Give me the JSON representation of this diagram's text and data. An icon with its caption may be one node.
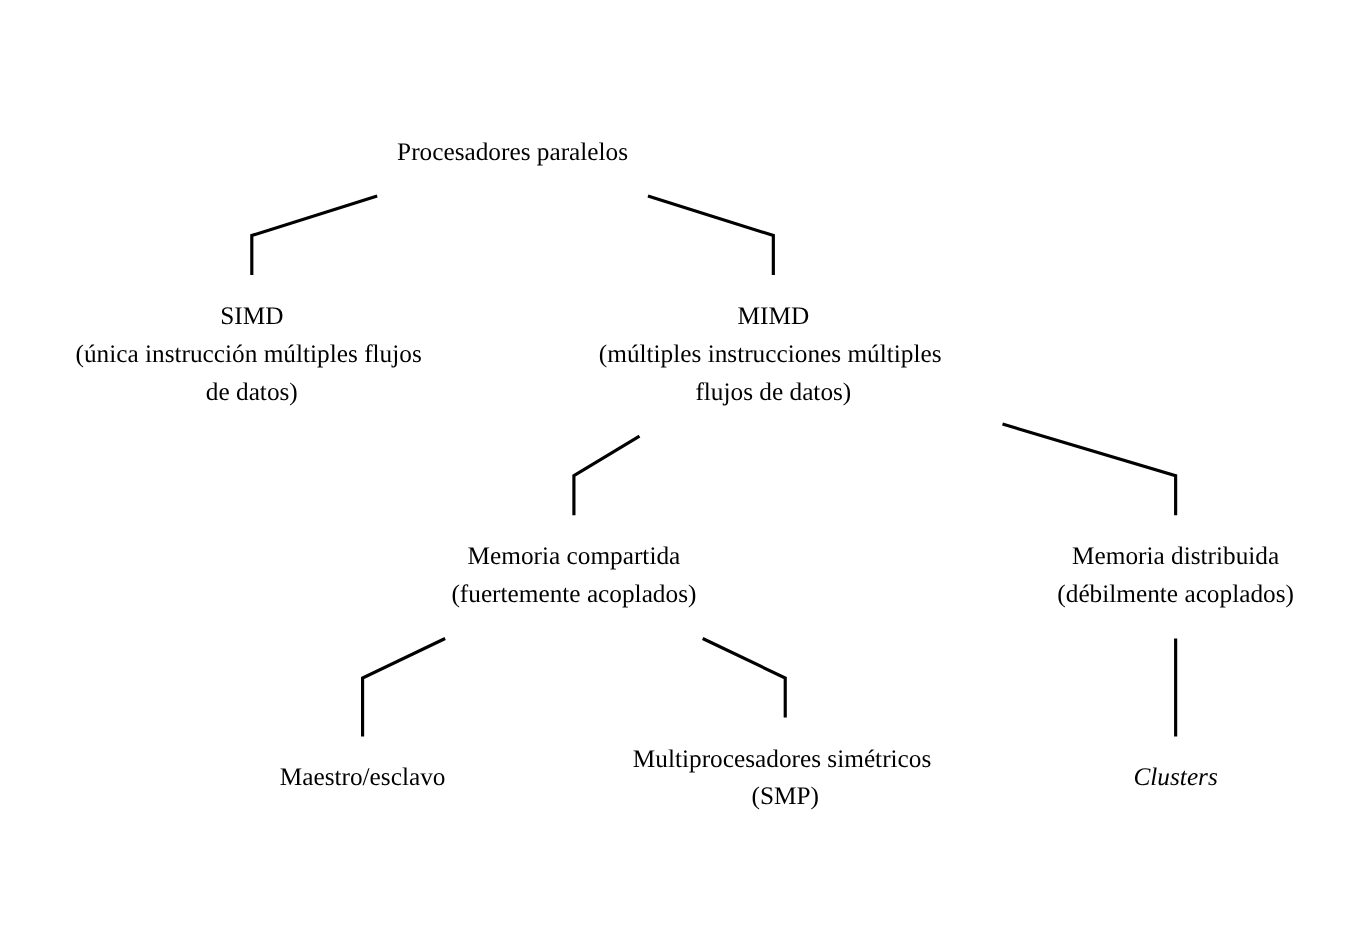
{
  "diagram": {
    "nodes": [
      {
        "text": [
          "Procesadores paralelos"
        ]
      },
      {
        "text": [
          "SIMD",
          "(única instrucción múltiples flujos de datos)"
        ]
      },
      {
        "text": [
          "MIMD",
          "(múltiples instrucciones múltiples flujos de datos)"
        ]
      },
      {
        "text": [
          "Memoria compartida",
          "(fuertemente acoplados)"
        ]
      },
      {
        "text": [
          "Memoria distribuida",
          "(débilmente acoplados)"
        ]
      },
      {
        "text": [
          "Maestro/esclavo"
        ]
      },
      {
        "text": [
          "Multiprocesadores simétricos (SMP)"
        ]
      },
      {
        "text": [
          "Clusters"
        ]
      }
    ],
    "edges": [
      {
        "from": 0,
        "to": 1,
        "arrow": "none"
      },
      {
        "from": 0,
        "to": 2,
        "arrow": "none"
      },
      {
        "from": 2,
        "to": 3,
        "arrow": "none"
      },
      {
        "from": 2,
        "to": 4,
        "arrow": "none"
      },
      {
        "from": 3,
        "to": 5,
        "arrow": "none"
      },
      {
        "from": 3,
        "to": 6,
        "arrow": "none"
      },
      {
        "from": 4,
        "to": 7,
        "arrow": "none"
      }
    ]
  }
}
